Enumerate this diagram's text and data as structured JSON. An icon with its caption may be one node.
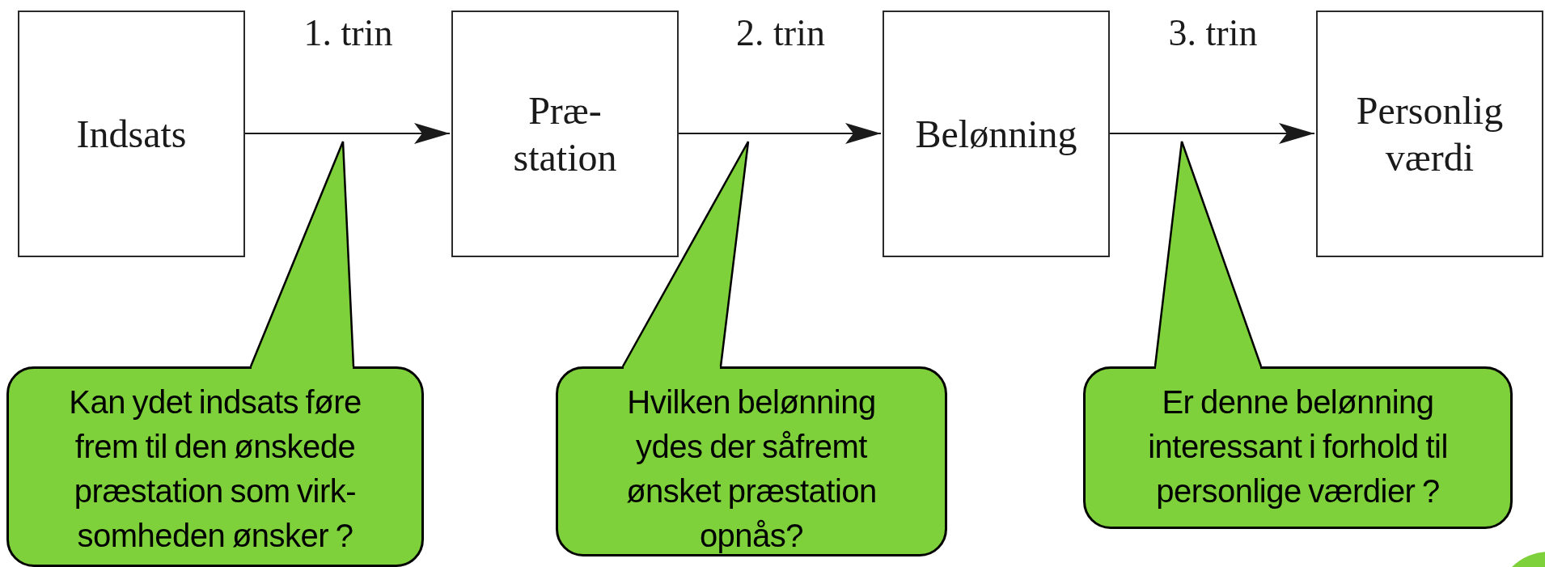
{
  "diagram": {
    "nodes": [
      {
        "text": [
          "Indsats"
        ]
      },
      {
        "text": [
          "Præ- station"
        ]
      },
      {
        "text": [
          "Belønning"
        ]
      },
      {
        "text": [
          "Personlig værdi"
        ]
      },
      {
        "text": [
          "Kan ydet indsats føre frem til den ønskede præstation som virk- somheden ønsker ?"
        ]
      },
      {
        "text": [
          "Hvilken belønning ydes der såfremt ønsket præstation opnås?"
        ]
      },
      {
        "text": [
          "Er denne belønning interessant i forhold til personlige værdier ?"
        ]
      },
      {
        "text": [],
        "shape": "circle"
      }
    ],
    "edges": [
      {
        "from": 0,
        "to": 1,
        "arrow": "to",
        "label": "1. trin"
      },
      {
        "from": 1,
        "to": 2,
        "arrow": "to",
        "label": "2. trin"
      },
      {
        "from": 2,
        "to": 3,
        "arrow": "to",
        "label": "3. trin"
      },
      {
        "from": 4,
        "to": null,
        "arrow": "none"
      },
      {
        "from": 5,
        "to": null,
        "arrow": "none"
      },
      {
        "from": 6,
        "to": null,
        "arrow": "none"
      }
    ]
  }
}
